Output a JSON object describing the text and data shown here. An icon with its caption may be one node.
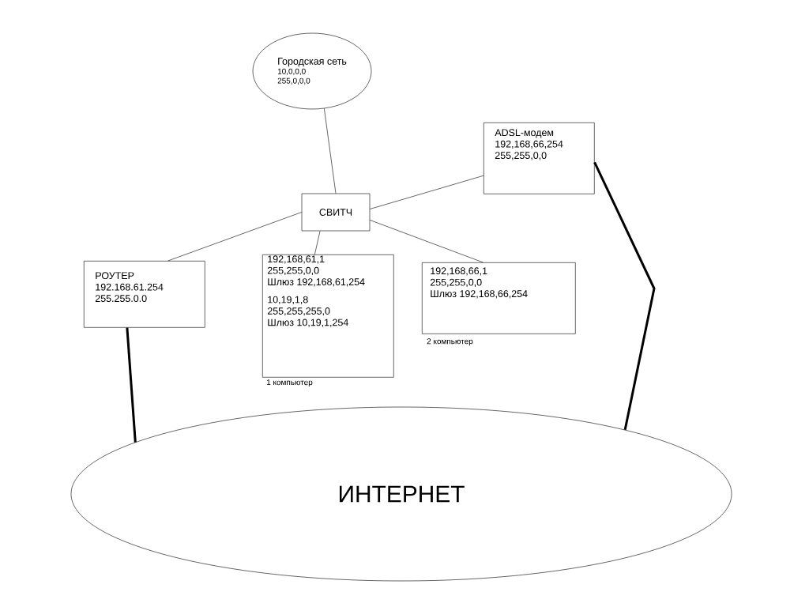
{
  "diagram": {
    "nodes": [
      {
        "text": [
          "Городская сеть",
          "10,0,0,0",
          "255,0,0,0"
        ]
      },
      {
        "text": [
          "ADSL-модем",
          "192,168,66,254",
          "255,255,0,0"
        ]
      },
      {
        "text": [
          "СВИТЧ"
        ]
      },
      {
        "text": [
          "РОУТЕР",
          "192.168.61.254",
          "255.255.0.0"
        ]
      },
      {
        "text": [
          "192,168,61,1",
          "255,255,0,0",
          "Шлюз 192,168,61,254",
          "10,19,1,8",
          "255,255,255,0",
          "Шлюз 10,19,1,254"
        ],
        "beside": [
          "1 компьютер"
        ]
      },
      {
        "text": [
          "192,168,66,1",
          "255,255,0,0",
          "Шлюз 192,168,66,254"
        ],
        "beside": [
          "2 компьютер"
        ]
      },
      {
        "text": [
          "ИНТЕРНЕТ"
        ]
      }
    ],
    "edges": [
      {
        "from": 0,
        "to": 2,
        "arrow": "none"
      },
      {
        "from": 2,
        "to": 1,
        "arrow": "none"
      },
      {
        "from": 2,
        "to": 3,
        "arrow": "none"
      },
      {
        "from": 2,
        "to": 4,
        "arrow": "none"
      },
      {
        "from": 2,
        "to": 5,
        "arrow": "none"
      },
      {
        "from": 3,
        "to": 6,
        "arrow": "none",
        "style": "thick"
      },
      {
        "from": 1,
        "to": 6,
        "arrow": "none",
        "style": "thick"
      }
    ]
  }
}
